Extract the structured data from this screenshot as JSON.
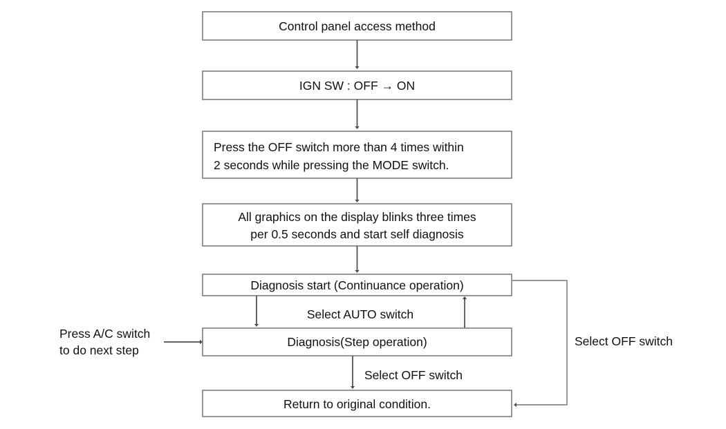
{
  "diagram": {
    "title": "Control panel access method",
    "type": "flowchart",
    "background_color": "#ffffff",
    "box_border_color": "#7d7d7d",
    "connector_color": "#4a4a4a",
    "text_color": "#101010",
    "nodes": [
      {
        "id": "node-control-panel-access-method",
        "label": "Control panel access method",
        "align": "center",
        "lines": [
          "Control panel access method"
        ]
      },
      {
        "id": "node-ign-sw",
        "label": "IGN SW : OFF → ON",
        "align": "center",
        "lines": [
          "IGN SW : OFF → ON"
        ]
      },
      {
        "id": "node-press-off-switch",
        "label": "Press the OFF switch more than 4 times within 2 seconds while pressing the MODE switch.",
        "align": "left",
        "lines": [
          "Press the OFF switch more than 4 times within",
          "2 seconds while pressing the MODE switch."
        ]
      },
      {
        "id": "node-all-graphics-blink",
        "label": "All graphics on the display blinks three times per 0.5 seconds and start self diagnosis",
        "align": "center",
        "lines": [
          "All graphics on the display blinks three times",
          "per 0.5 seconds and start self diagnosis"
        ]
      },
      {
        "id": "node-diagnosis-start",
        "label": "Diagnosis start (Continuance operation)",
        "align": "center",
        "lines": [
          "Diagnosis start (Continuance operation)"
        ]
      },
      {
        "id": "node-diagnosis-step",
        "label": "Diagnosis(Step operation)",
        "align": "center",
        "lines": [
          "Diagnosis(Step operation)"
        ]
      },
      {
        "id": "node-return-original",
        "label": "Return to original condition.",
        "align": "center",
        "lines": [
          "Return to original condition."
        ]
      }
    ],
    "edge_labels": {
      "select_auto_switch": "Select AUTO switch",
      "select_off_switch_down": "Select OFF switch",
      "select_off_switch_right": "Select OFF switch"
    },
    "side_note": {
      "line1": "Press A/C switch",
      "line2": "to do next step"
    }
  }
}
